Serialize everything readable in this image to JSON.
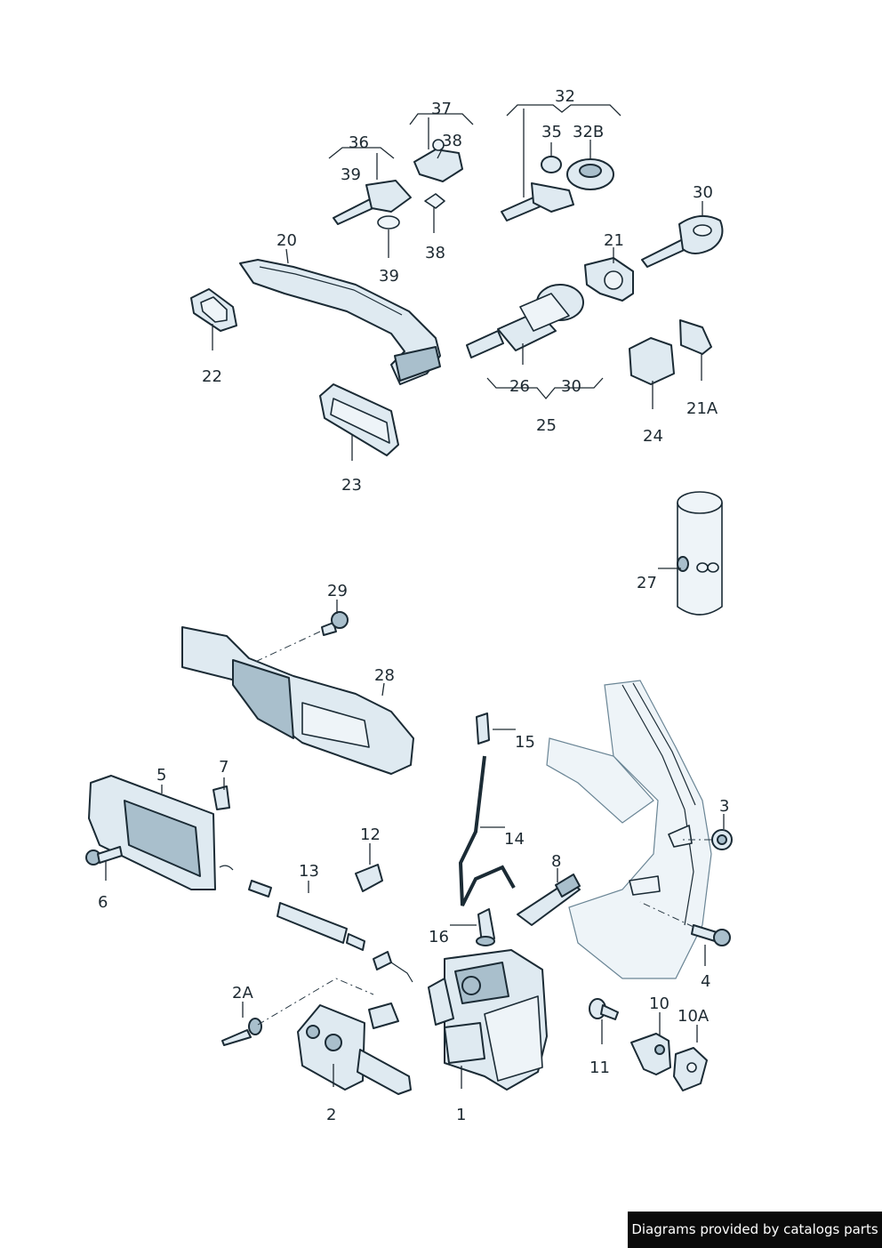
{
  "callouts": [
    {
      "id": "37",
      "label": "37"
    },
    {
      "id": "32",
      "label": "32"
    },
    {
      "id": "36",
      "label": "36"
    },
    {
      "id": "38a",
      "label": "38"
    },
    {
      "id": "35",
      "label": "35"
    },
    {
      "id": "32b",
      "label": "32B"
    },
    {
      "id": "39a",
      "label": "39"
    },
    {
      "id": "30a",
      "label": "30"
    },
    {
      "id": "20",
      "label": "20"
    },
    {
      "id": "21",
      "label": "21"
    },
    {
      "id": "38b",
      "label": "38"
    },
    {
      "id": "39b",
      "label": "39"
    },
    {
      "id": "22",
      "label": "22"
    },
    {
      "id": "26",
      "label": "26"
    },
    {
      "id": "30b",
      "label": "30"
    },
    {
      "id": "21a",
      "label": "21A"
    },
    {
      "id": "25",
      "label": "25"
    },
    {
      "id": "24",
      "label": "24"
    },
    {
      "id": "23",
      "label": "23"
    },
    {
      "id": "27",
      "label": "27"
    },
    {
      "id": "29",
      "label": "29"
    },
    {
      "id": "28",
      "label": "28"
    },
    {
      "id": "15",
      "label": "15"
    },
    {
      "id": "5",
      "label": "5"
    },
    {
      "id": "7",
      "label": "7"
    },
    {
      "id": "3",
      "label": "3"
    },
    {
      "id": "14",
      "label": "14"
    },
    {
      "id": "12",
      "label": "12"
    },
    {
      "id": "8",
      "label": "8"
    },
    {
      "id": "13",
      "label": "13"
    },
    {
      "id": "6",
      "label": "6"
    },
    {
      "id": "16",
      "label": "16"
    },
    {
      "id": "4",
      "label": "4"
    },
    {
      "id": "2a",
      "label": "2A"
    },
    {
      "id": "10",
      "label": "10"
    },
    {
      "id": "10a",
      "label": "10A"
    },
    {
      "id": "11",
      "label": "11"
    },
    {
      "id": "2",
      "label": "2"
    },
    {
      "id": "1",
      "label": "1"
    }
  ],
  "footer": {
    "text": "Diagrams provided by catalogs parts"
  }
}
